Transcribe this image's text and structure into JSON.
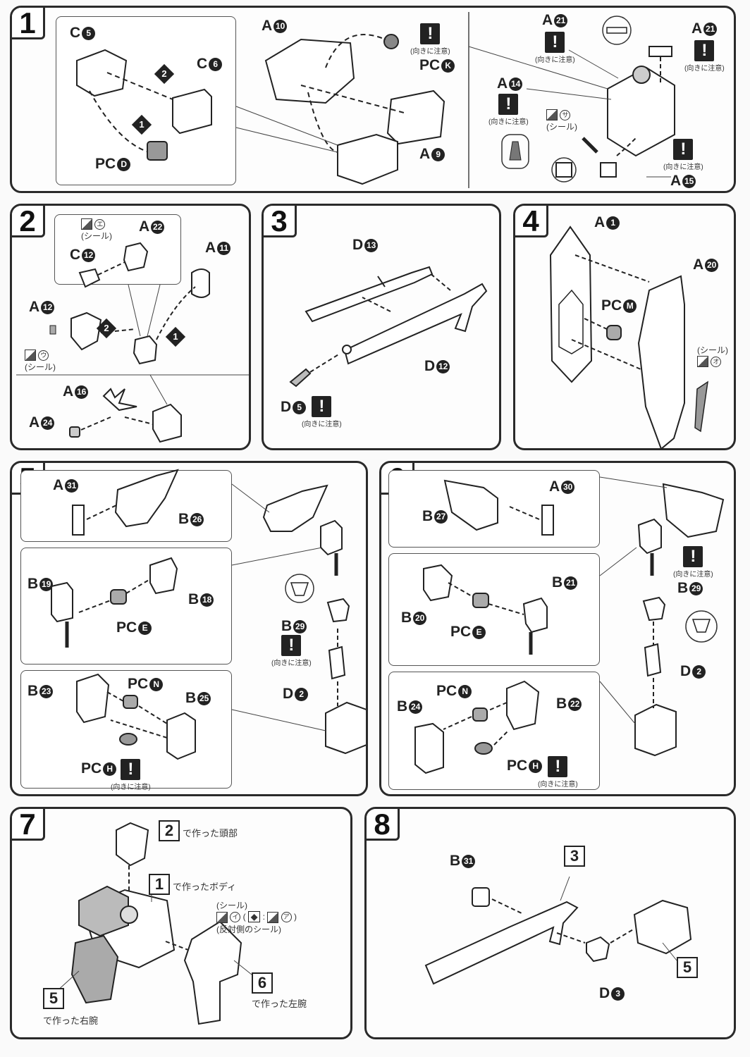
{
  "steps": [
    {
      "num": "1"
    },
    {
      "num": "2"
    },
    {
      "num": "3"
    },
    {
      "num": "4"
    },
    {
      "num": "5"
    },
    {
      "num": "6"
    },
    {
      "num": "7"
    },
    {
      "num": "8"
    }
  ],
  "warning_text": "(向きに注意)",
  "warning_mark": "!",
  "seal_text": "(シール)",
  "seq": {
    "first": "1",
    "second": "2"
  },
  "step1": {
    "labels": {
      "c5": "C",
      "c5n": "5",
      "c6": "C",
      "c6n": "6",
      "pcd": "PC",
      "pcdn": "D",
      "a10": "A",
      "a10n": "10",
      "pck": "PC",
      "pckn": "K",
      "a9": "A",
      "a9n": "9",
      "a21a": "A",
      "a21an": "21",
      "a21b": "A",
      "a21bn": "21",
      "a14": "A",
      "a14n": "14",
      "a15": "A",
      "a15n": "15"
    },
    "seal_kana": "サ"
  },
  "step2": {
    "labels": {
      "a22": "A",
      "a22n": "22",
      "c12": "C",
      "c12n": "12",
      "a11": "A",
      "a11n": "11",
      "a12": "A",
      "a12n": "12",
      "a16": "A",
      "a16n": "16",
      "a24": "A",
      "a24n": "24"
    },
    "seal_kana_e": "エ",
    "seal_kana_u": "ウ"
  },
  "step3": {
    "labels": {
      "d13": "D",
      "d13n": "13",
      "d12": "D",
      "d12n": "12",
      "d5": "D",
      "d5n": "5"
    }
  },
  "step4": {
    "labels": {
      "a1": "A",
      "a1n": "1",
      "a20": "A",
      "a20n": "20",
      "pcm": "PC",
      "pcmn": "M"
    },
    "seal_kana": "オ"
  },
  "step5": {
    "labels": {
      "a31": "A",
      "a31n": "31",
      "b26": "B",
      "b26n": "26",
      "b19": "B",
      "b19n": "19",
      "b18": "B",
      "b18n": "18",
      "pce": "PC",
      "pcen": "E",
      "b29": "B",
      "b29n": "29",
      "d2": "D",
      "d2n": "2",
      "b23": "B",
      "b23n": "23",
      "pcn": "PC",
      "pcnn": "N",
      "b25": "B",
      "b25n": "25",
      "pch": "PC",
      "pchn": "H"
    }
  },
  "step6": {
    "labels": {
      "a30": "A",
      "a30n": "30",
      "b27": "B",
      "b27n": "27",
      "b21": "B",
      "b21n": "21",
      "b20": "B",
      "b20n": "20",
      "pce": "PC",
      "pcen": "E",
      "b29": "B",
      "b29n": "29",
      "d2": "D",
      "d2n": "2",
      "pcn": "PC",
      "pcnn": "N",
      "b24": "B",
      "b24n": "24",
      "b22": "B",
      "b22n": "22",
      "pch": "PC",
      "pchn": "H"
    }
  },
  "step7": {
    "ref_head_num": "2",
    "ref_head_text": "で作った頭部",
    "ref_body_num": "1",
    "ref_body_text": "で作ったボディ",
    "ref_rarm_num": "5",
    "ref_rarm_text": "で作った右腕",
    "ref_larm_num": "6",
    "ref_larm_text": "で作った左腕",
    "seal_kana_i": "イ",
    "seal_kana_a": "ア",
    "opposite_seal": "(反対側のシール)"
  },
  "step8": {
    "labels": {
      "b31": "B",
      "b31n": "31",
      "d3": "D",
      "d3n": "3"
    },
    "ref_rifle": "3",
    "ref_arm": "5"
  }
}
